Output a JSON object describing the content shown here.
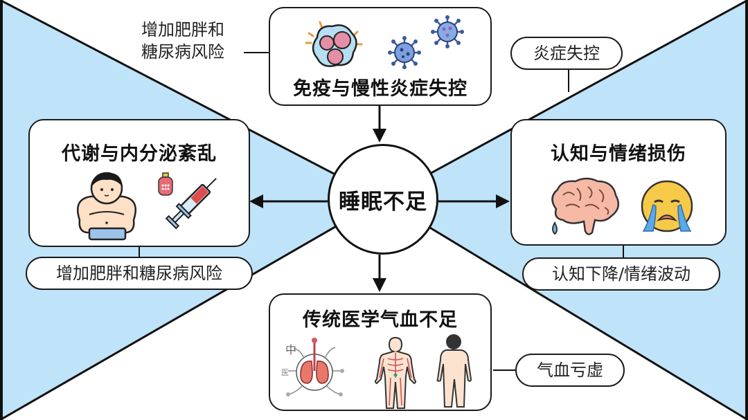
{
  "center": {
    "label": "睡眠不足"
  },
  "top": {
    "title": "免疫与慢性炎症失控",
    "side_note_line1": "增加肥胖和",
    "side_note_line2": "糖尿病风险",
    "right_pill": "炎症失控"
  },
  "left": {
    "title": "代谢与内分泌紊乱",
    "pill": "增加肥胖和糖尿病风险"
  },
  "right": {
    "title": "认知与情绪损伤",
    "pill": "认知下降/情绪波动"
  },
  "bottom": {
    "title": "传统医学气血不足",
    "pill": "气血亏虚",
    "diagram_labels": [
      "中",
      "医"
    ]
  },
  "colors": {
    "wedge_fill": "#bfe3f8",
    "stroke": "#111111",
    "box_fill": "#ffffff"
  },
  "icons": [
    "immune-cell-icon",
    "virus-icon",
    "obese-child-icon",
    "insulin-bottle-icon",
    "syringe-icon",
    "brain-icon",
    "crying-face-icon",
    "lungs-diagram-icon",
    "meridian-body-icon",
    "person-back-icon"
  ]
}
